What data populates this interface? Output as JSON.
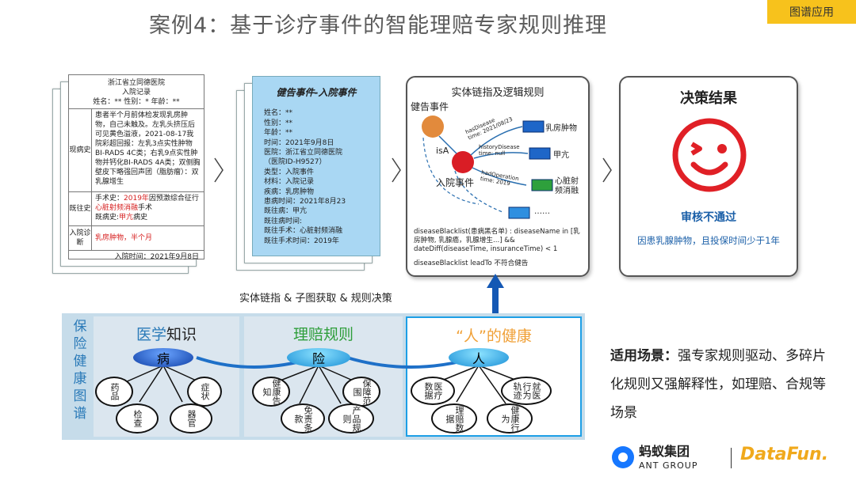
{
  "header": {
    "title": "案例4：基于诊疗事件的智能理赔专家规则推理",
    "tag": "图谱应用"
  },
  "record": {
    "hospital": "浙江省立同德医院",
    "doc_type": "入院记录",
    "patient_line": "姓名：** 性别：* 年龄：**",
    "history_label": "现病史",
    "history_text": "患者半个月前体检发现乳房肿物，自己未触及。左乳头挤压后可见黄色溢液，2021-08-17我院彩超回报：左乳3点实性肿物BI-RADS 4C类；右乳9点实性肿物并钙化BI-RADS 4A类；双侧胸壁皮下略强回声团（脂肪瘤）：双乳腺增生",
    "past_label": "既往史",
    "past_surgery_prefix": "手术史：",
    "past_surgery_year": "2019年",
    "past_surgery_mid": "因预激综合征行",
    "past_surgery_op": "心脏射频消融",
    "past_surgery_suffix": "手术",
    "past_disease_prefix": "既病史:",
    "past_disease_value": "甲亢",
    "past_disease_suffix": "病史",
    "diag_label": "入院诊断",
    "diag_value": "乳房肿物，半个月",
    "admit_time": "入院时间：2021年9月8日"
  },
  "event": {
    "title": "健告事件-入院事件",
    "lines": [
      "姓名：**",
      "性别：**",
      "年龄：**",
      "时间：2021年9月8日",
      "医院：浙江省立同德医院",
      "（医院ID-H9527）",
      "类型：入院事件",
      "材料：入院记录",
      "疾病：乳房肿物",
      "患病时间：2021年8月23",
      "既往病：甲亢",
      "既往病时间:",
      "既往手术：心脏射频消融",
      "既往手术时间：2019年"
    ]
  },
  "linking": {
    "title": "实体链指及逻辑规则",
    "event_node": "健告事件",
    "isa": "isA",
    "admit_node": "入院事件",
    "edge1": "hasDisease",
    "edge1_time": "time: 2021/08/23",
    "edge2": "historyDisease",
    "edge2_time": "time: null",
    "edge3": "hadOperation",
    "edge3_time": "time: 2019",
    "target1": "乳房肿物",
    "target2": "甲亢",
    "target3": "心脏射频消融",
    "more": "……",
    "rule1": "diseaseBlacklist(患病黑名单) : diseaseName in [乳房肿物, 乳腺癌，乳腺增生...] &&",
    "rule2": "dateDiff(diseaseTime, insuranceTime) < 1",
    "rule3": "diseaseBlacklist leadTo 不符合健告"
  },
  "decision": {
    "title": "决策结果",
    "verdict": "审核不通过",
    "reason": "因患乳腺肿物，且投保时间少于1年"
  },
  "caption": "实体链指 & 子图获取 & 规则决策",
  "kg": {
    "side_label": [
      "保",
      "险",
      "健",
      "康",
      "图",
      "谱"
    ],
    "sections": [
      {
        "title_a": "医学",
        "title_b": "知识",
        "hub": "病",
        "nodes": [
          "药品",
          "症状",
          "检查",
          "器官"
        ]
      },
      {
        "title": "理赔规则",
        "hub": "险",
        "nodes": [
          "健康告知",
          "保障范围",
          "免责条款",
          "产品规则"
        ]
      },
      {
        "title_a": "“人”",
        "title_b": "的健康",
        "hub": "人",
        "nodes": [
          "医疗数据",
          "就医行为轨迹",
          "理赔数据",
          "健康行为"
        ]
      }
    ]
  },
  "applicable": {
    "label": "适用场景：",
    "text": "强专家规则驱动、多碎片化规则又强解释性，如理赔、合规等场景"
  },
  "footer": {
    "ant_cn": "蚂蚁集团",
    "ant_en": "ANT GROUP",
    "datafun": "DataFun."
  },
  "colors": {
    "accent": "#f7c21c",
    "red": "#d61f1f",
    "blue": "#1a6fb8",
    "teal": "#2a7ab8",
    "orange": "#f0a036"
  }
}
